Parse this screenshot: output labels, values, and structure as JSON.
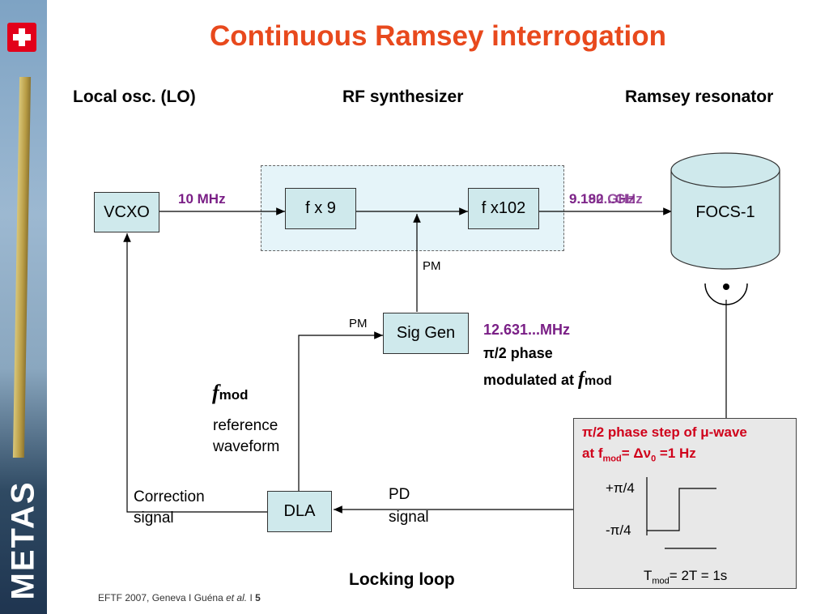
{
  "sidebar": {
    "brand": "METAS"
  },
  "title": "Continuous Ramsey interrogation",
  "headers": {
    "local_osc": "Local osc. (LO)",
    "rf_synth": "RF synthesizer",
    "ramsey": "Ramsey resonator"
  },
  "blocks": {
    "vcxo": "VCXO",
    "fx9": "f x 9",
    "fx102": "f x102",
    "focs": "FOCS-1",
    "siggen": "Sig Gen",
    "dla": "DLA"
  },
  "labels": {
    "freq_10mhz": "10 MHz",
    "freq_ghz_a": "9.180 GHz",
    "freq_ghz_b": "9.192...GHz",
    "pm_top": "PM",
    "pm_left": "PM",
    "siggen_freq": "12.631...MHz",
    "phase_line1": "π/2 phase",
    "phase_line2": "modulated at",
    "fmod_f": "f",
    "fmod_sub": "mod",
    "fmod_left_f": "f",
    "fmod_left_sub": "mod",
    "ref_line1": "reference",
    "ref_line2": "waveform",
    "corr_line1": "Correction",
    "corr_line2": "signal",
    "pd_line1": "PD",
    "pd_line2": "signal",
    "locking_loop": "Locking loop"
  },
  "pulse_panel": {
    "line1": "π/2 phase step of μ-wave",
    "line2_a": "at  f",
    "line2_sub": "mod",
    "line2_b": "= Δν",
    "line2_sub2": "0",
    "line2_c": " =1 Hz",
    "plus_label": "+π/4",
    "minus_label": "-π/4",
    "t_label_a": "T",
    "t_label_sub": "mod",
    "t_label_b": "= 2T = 1s"
  },
  "footer": {
    "text": "EFTF 2007, Geneva I  Guéna ",
    "etal": "et al.",
    "sep": "  I  ",
    "page": "5"
  },
  "colors": {
    "title": "#e8491d",
    "block_fill": "#cfe9ec",
    "purple": "#7a1f86",
    "red": "#d0021b",
    "flag": "#e2001a"
  }
}
